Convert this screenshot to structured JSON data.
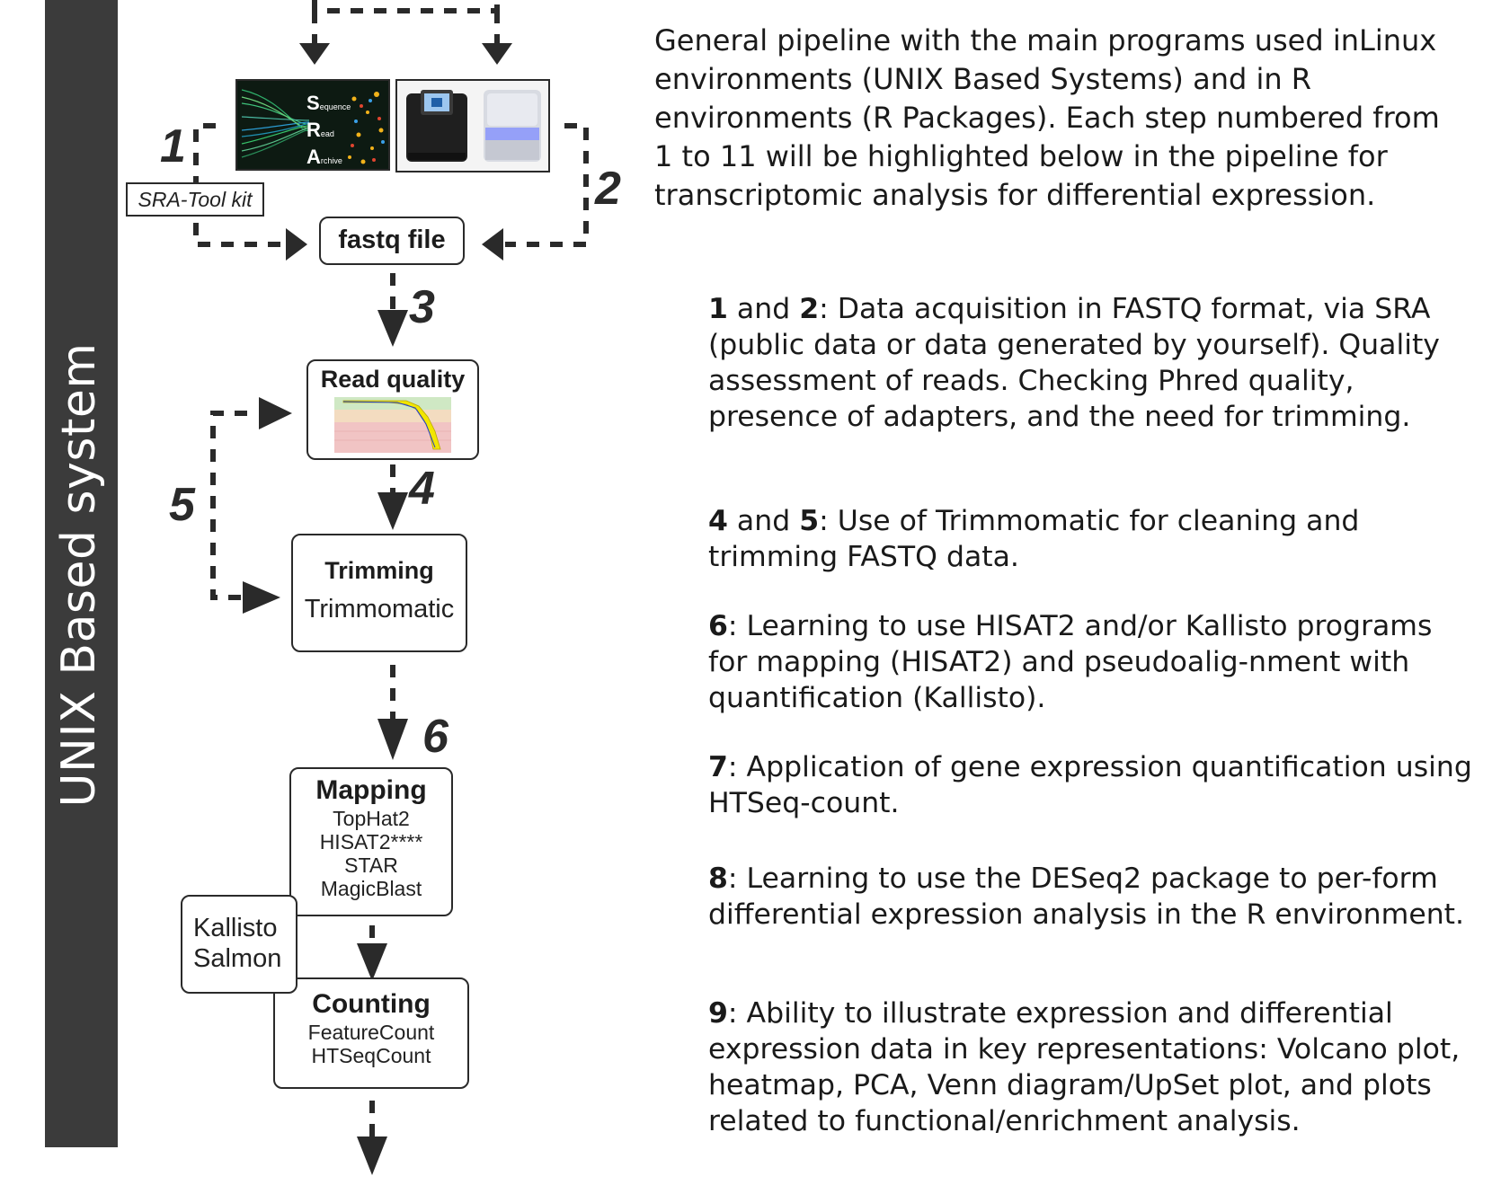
{
  "sidebar": {
    "label": "UNIX Based system"
  },
  "sources": {
    "sra_logo_letters": [
      "S",
      "R",
      "A"
    ],
    "sra_logo_words": [
      "equence",
      "ead",
      "rchive"
    ],
    "toolkit_label": "SRA-Tool kit"
  },
  "steps": {
    "n1": "1",
    "n2": "2",
    "n3": "3",
    "n4": "4",
    "n5": "5",
    "n6": "6"
  },
  "boxes": {
    "fastq": {
      "title": "fastq file"
    },
    "read_quality": {
      "title": "Read quality"
    },
    "trimming": {
      "title": "Trimming",
      "lines": [
        "Trimmomatic"
      ]
    },
    "mapping": {
      "title": "Mapping",
      "lines": [
        "TopHat2",
        "HISAT2****",
        "STAR",
        "MagicBlast"
      ]
    },
    "pseudo": {
      "lines": [
        "Kallisto",
        "Salmon"
      ]
    },
    "counting": {
      "title": "Counting",
      "lines": [
        "FeatureCount",
        "HTSeqCount"
      ]
    }
  },
  "description": {
    "intro": "General pipeline with the main programs used inLinux environments (UNIX Based Systems) and in R environments (R Packages). Each step numbered from 1 to 11 will be highlighted below in the pipeline for transcriptomic analysis for differential expression.",
    "items": [
      {
        "num_a": "1",
        "joiner": " and ",
        "num_b": "2",
        "text": ": Data acquisition in FASTQ format, via SRA (public data or data generated by yourself). Quality assessment of reads. Checking Phred quality, presence of adapters, and the need for trimming."
      },
      {
        "num_a": "4",
        "joiner": " and ",
        "num_b": "5",
        "text": ": Use of Trimmomatic for cleaning and trimming FASTQ data."
      },
      {
        "num_a": "6",
        "joiner": "",
        "num_b": "",
        "text": ": Learning to use HISAT2 and/or Kallisto programs for mapping (HISAT2) and pseudoalig-nment with quantification (Kallisto)."
      },
      {
        "num_a": "7",
        "joiner": "",
        "num_b": "",
        "text": ": Application of gene expression quantification using HTSeq-count."
      },
      {
        "num_a": "8",
        "joiner": "",
        "num_b": "",
        "text": ": Learning to use the DESeq2 package to per-form differential expression analysis in the R environment."
      },
      {
        "num_a": "9",
        "joiner": "",
        "num_b": "",
        "text": ": Ability to illustrate expression and differential expression data in key representations: Volcano plot, heatmap, PCA, Venn diagram/UpSet plot, and plots related to functional/enrichment analysis."
      }
    ]
  },
  "colors": {
    "sidebar": "#3b3b3b",
    "stroke": "#2a2a2a",
    "sra_bg": "#0d1a12",
    "quality_green": "#cfe8c4",
    "quality_orange": "#f3dcc0",
    "quality_red": "#f1c4c4",
    "quality_yellow": "#f2e600"
  }
}
